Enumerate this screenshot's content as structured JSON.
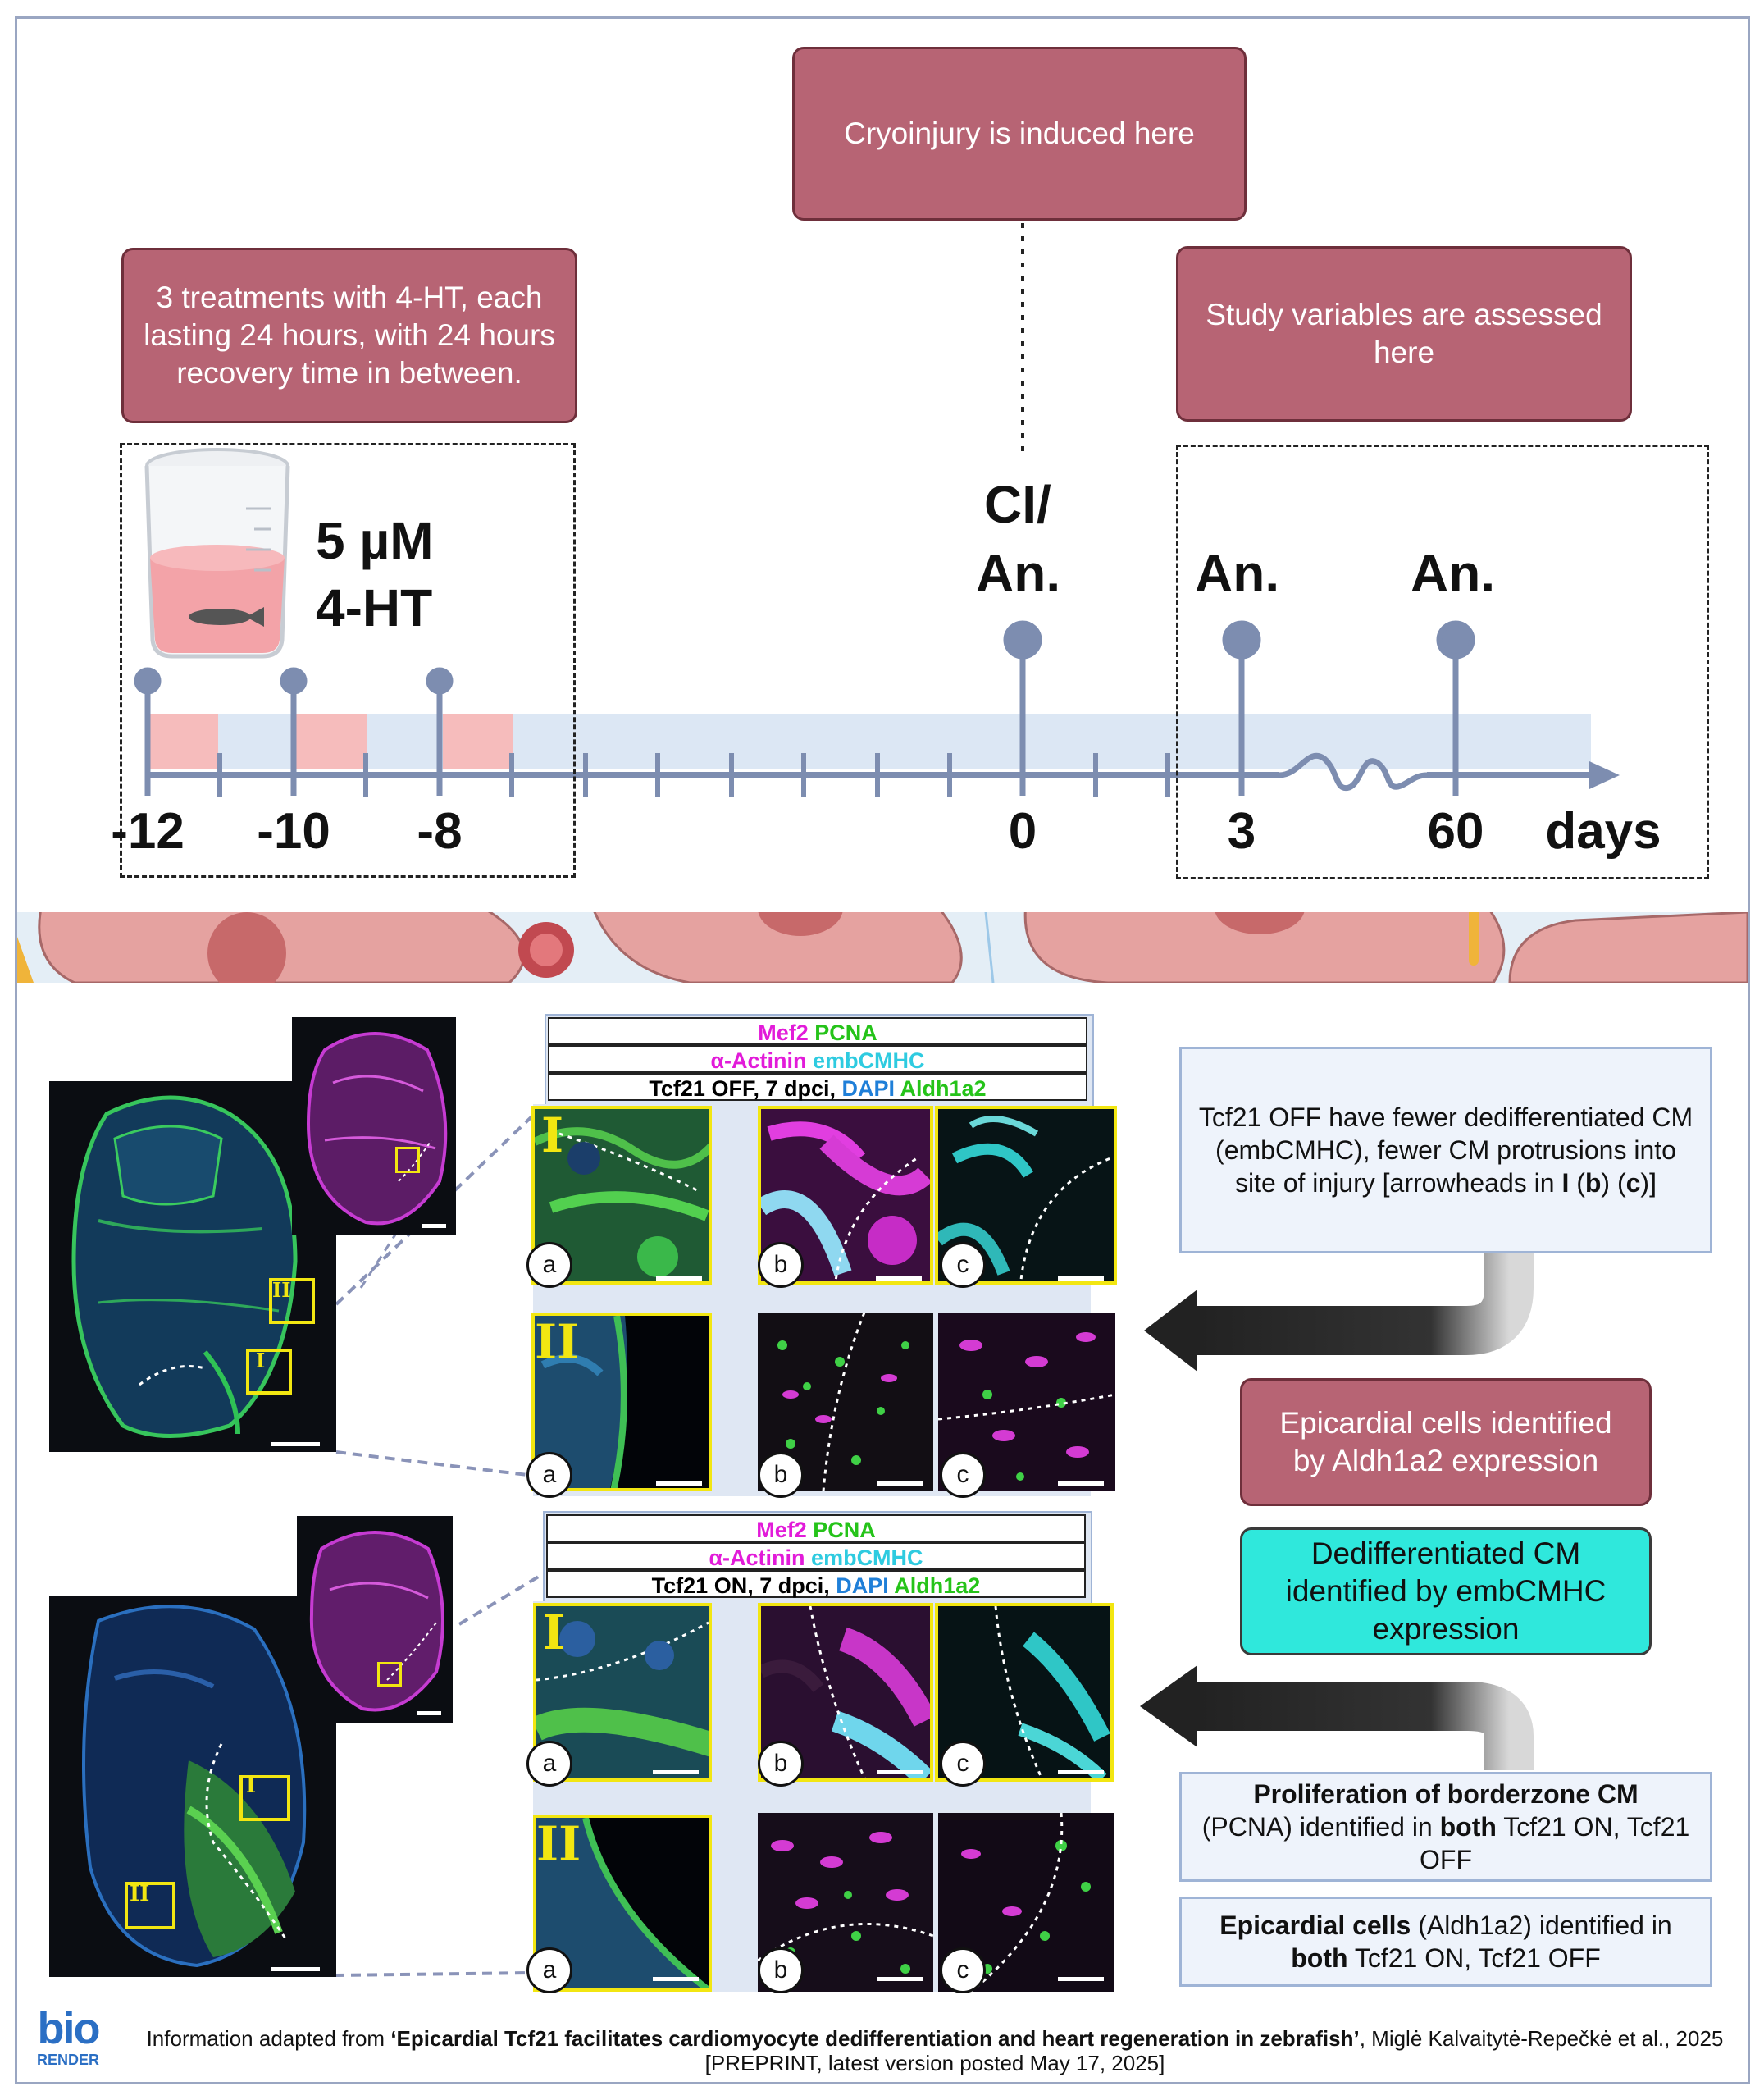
{
  "timeline": {
    "cryo_box": "Cryoinjury is induced here",
    "treat_box": "3 treatments with 4-HT, each lasting 24 hours, with 24 hours recovery time in between.",
    "study_box": "Study variables are assessed here",
    "dose_line1": "5 µM",
    "dose_line2": "4-HT",
    "ci_line1": "CI/",
    "ci_line2": "An.",
    "an_3": "An.",
    "an_60": "An.",
    "ticks": [
      "-12",
      "-10",
      "-8",
      "0",
      "3",
      "60"
    ],
    "unit": "days"
  },
  "off_panel": {
    "hdr_row1_a": "Mef2",
    "hdr_row1_b": "PCNA",
    "hdr_row2_a": "α-Actinin",
    "hdr_row2_b": "embCMHC",
    "hdr_row3_a": "Tcf21 OFF, 7 dpci,",
    "hdr_row3_b": "DAPI",
    "hdr_row3_c": "Aldh1a2"
  },
  "on_panel": {
    "hdr_row1_a": "Mef2",
    "hdr_row1_b": "PCNA",
    "hdr_row2_a": "α-Actinin",
    "hdr_row2_b": "embCMHC",
    "hdr_row3_a": "Tcf21 ON, 7 dpci,",
    "hdr_row3_b": "DAPI",
    "hdr_row3_c": "Aldh1a2"
  },
  "labels": {
    "roman_I": "I",
    "roman_II": "II",
    "a": "a",
    "b": "b",
    "c": "c"
  },
  "notes": {
    "off_note_1": "Tcf21 OFF have fewer dedifferentiated CM (embCMHC), fewer CM protrusions into site of injury [arrowheads in",
    "off_note_I": "I",
    "off_note_b": "b",
    "off_note_c": "c",
    "epi_box": "Epicardial cells identified by Aldh1a2 expression",
    "dediff_box": "Dedifferentiated CM identified by embCMHC expression",
    "prolif_bold": "Proliferation of borderzone CM",
    "prolif_mid": "(PCNA) identified in",
    "prolif_both": "both",
    "prolif_end": "Tcf21 ON, Tcf21 OFF",
    "epi2_bold": "Epicardial cells",
    "epi2_mid": "(Aldh1a2) identified in",
    "epi2_both": "both",
    "epi2_end": "Tcf21 ON, Tcf21 OFF"
  },
  "footer": {
    "logo_top": "bio",
    "logo_bottom": "RENDER",
    "prefix": "Information adapted from",
    "title": "‘Epicardial Tcf21 facilitates cardiomyocyte dedifferentiation and heart regeneration in zebrafish’",
    "suffix": ", Miglė Kalvaitytė-Repečkė et al., 2025 [PREPRINT, latest version posted May 17, 2025]"
  },
  "colors": {
    "mauve": "#b76474",
    "teal": "#2fe8dc",
    "timeline": "#7d8db0",
    "magenta": "#e21bd9",
    "green": "#25c319",
    "cyan": "#2ecbe0"
  }
}
